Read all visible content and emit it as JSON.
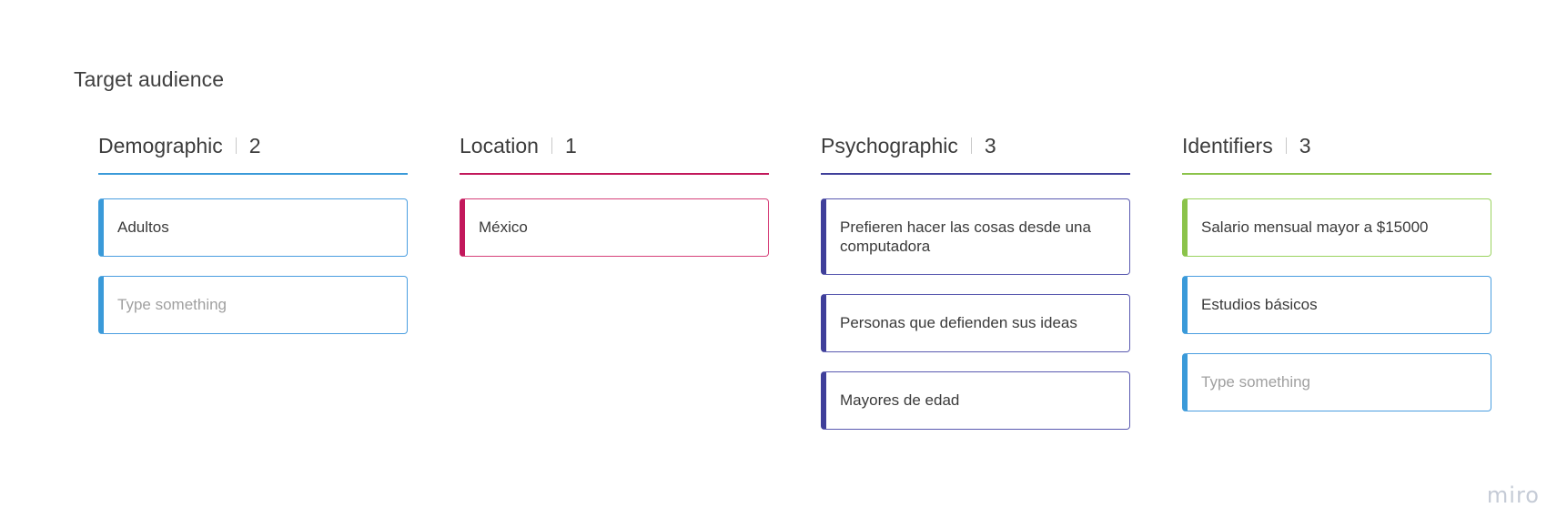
{
  "board": {
    "title": "Target audience",
    "logo": "miro"
  },
  "columns": [
    {
      "title": "Demographic",
      "count": "2",
      "color": "#3a9ad9",
      "cards": [
        {
          "text": "Adultos",
          "placeholder": false,
          "accent": "#3a9ad9"
        },
        {
          "text": "Type something",
          "placeholder": true,
          "accent": "#3a9ad9"
        }
      ]
    },
    {
      "title": "Location",
      "count": "1",
      "color": "#c2185b",
      "cards": [
        {
          "text": "México",
          "placeholder": false,
          "accent": "#c2185b"
        }
      ]
    },
    {
      "title": "Psychographic",
      "count": "3",
      "color": "#3f3f9a",
      "cards": [
        {
          "text": "Prefieren hacer las cosas desde una computadora",
          "placeholder": false,
          "accent": "#3f3f9a"
        },
        {
          "text": "Personas que defienden sus ideas",
          "placeholder": false,
          "accent": "#3f3f9a"
        },
        {
          "text": "Mayores de edad",
          "placeholder": false,
          "accent": "#3f3f9a"
        }
      ]
    },
    {
      "title": "Identifiers",
      "count": "3",
      "color": "#8bc34a",
      "cards": [
        {
          "text": "Salario mensual mayor a $15000",
          "placeholder": false,
          "accent": "#8bc34a"
        },
        {
          "text": "Estudios básicos",
          "placeholder": false,
          "accent": "#3a9ad9"
        },
        {
          "text": "Type something",
          "placeholder": true,
          "accent": "#3a9ad9"
        }
      ]
    }
  ]
}
